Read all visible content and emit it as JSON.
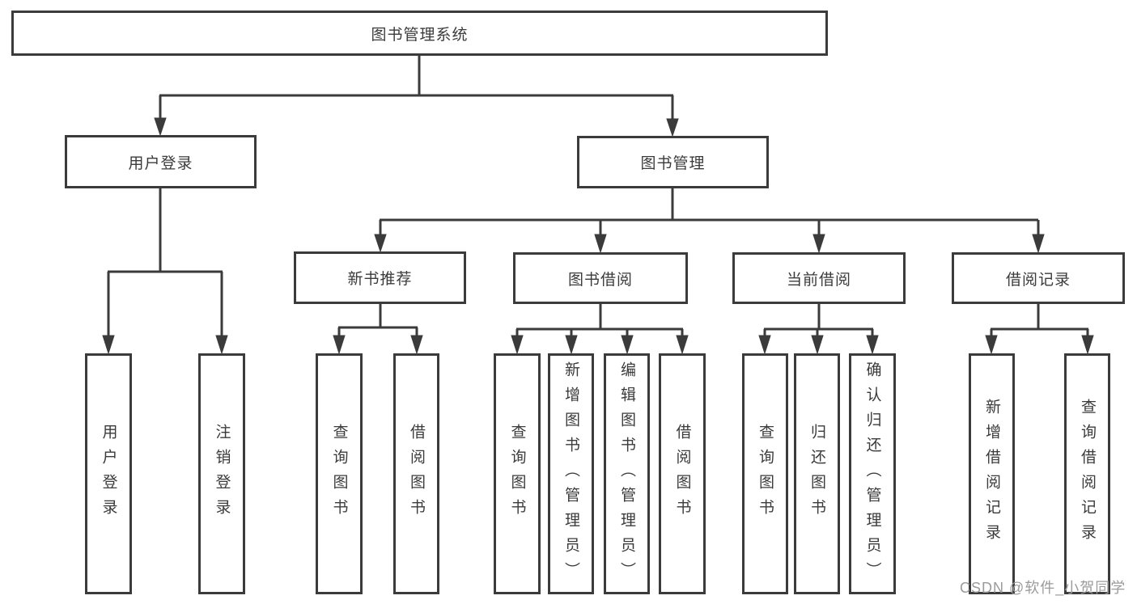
{
  "diagram": {
    "title": "图书管理系统",
    "root": "图书管理系统",
    "branches": [
      {
        "label": "用户登录",
        "children": [
          "用户登录",
          "注销登录"
        ]
      },
      {
        "label": "图书管理",
        "sections": [
          {
            "label": "新书推荐",
            "children": [
              "查询图书",
              "借阅图书"
            ]
          },
          {
            "label": "图书借阅",
            "children": [
              "查询图书",
              "新增图书（管理员）",
              "编辑图书（管理员）",
              "借阅图书"
            ]
          },
          {
            "label": "当前借阅",
            "children": [
              "查询图书",
              "归还图书",
              "确认归还（管理员）"
            ]
          },
          {
            "label": "借阅记录",
            "children": [
              "新增借阅记录",
              "查询借阅记录"
            ]
          }
        ]
      }
    ]
  },
  "watermark": "CSDN @软件_小贺同学",
  "colors": {
    "line": "#3b3b3b",
    "box_border": "#3b3b3b",
    "text": "#3b3b3b",
    "watermark": "#9b9b9b",
    "background": "#ffffff"
  }
}
